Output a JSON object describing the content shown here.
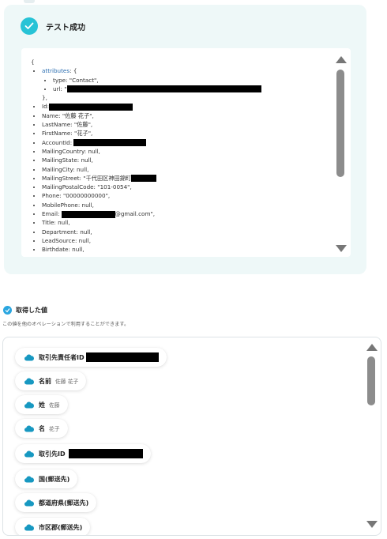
{
  "test_panel": {
    "title": "テスト成功",
    "json": {
      "open_brace": "{",
      "attributes_key": "attributes",
      "attributes_open": ": {",
      "type_line": "type: \"Contact\",",
      "url_prefix": "url: \"",
      "attributes_close": "},",
      "id_prefix": "Id:",
      "lines": [
        "Name: \"佐藤 花子\",",
        "LastName: \"佐藤\",",
        "FirstName: \"花子\","
      ],
      "account_prefix": "AccountId: ",
      "lines2": [
        "MailingCountry: null,",
        "MailingState: null,",
        "MailingCity: null,"
      ],
      "street_prefix": "MailingStreet: \"千代田区神田錦町",
      "lines3": [
        "MailingPostalCode: \"101-0054\",",
        "Phone: \"00000000000\",",
        "MobilePhone: null,"
      ],
      "email_prefix": "Email: ",
      "email_suffix": "@gmail.com\",",
      "lines4": [
        "Title: null,",
        "Department: null,",
        "LeadSource: null,",
        "Birthdate: null,"
      ]
    }
  },
  "values_section": {
    "title": "取得した値",
    "note": "この値を他のオペレーションで利用することができます。",
    "chips": [
      {
        "label": "取引先責任者ID",
        "value": ""
      },
      {
        "label": "名前",
        "value": "佐藤 花子"
      },
      {
        "label": "姓",
        "value": "佐藤"
      },
      {
        "label": "名",
        "value": "花子"
      },
      {
        "label": "取引先ID",
        "value": ""
      },
      {
        "label": "国(郵送先)",
        "value": ""
      },
      {
        "label": "都道府県(郵送先)",
        "value": ""
      },
      {
        "label": "市区郡(郵送先)",
        "value": ""
      }
    ]
  },
  "colors": {
    "accent": "#27c3d6",
    "salesforce": "#1798c1",
    "link": "#2a6db0"
  },
  "icons": [
    "check-icon",
    "salesforce-cloud-icon",
    "values-badge-icon",
    "scroll-up-arrow-icon",
    "scroll-down-arrow-icon"
  ]
}
